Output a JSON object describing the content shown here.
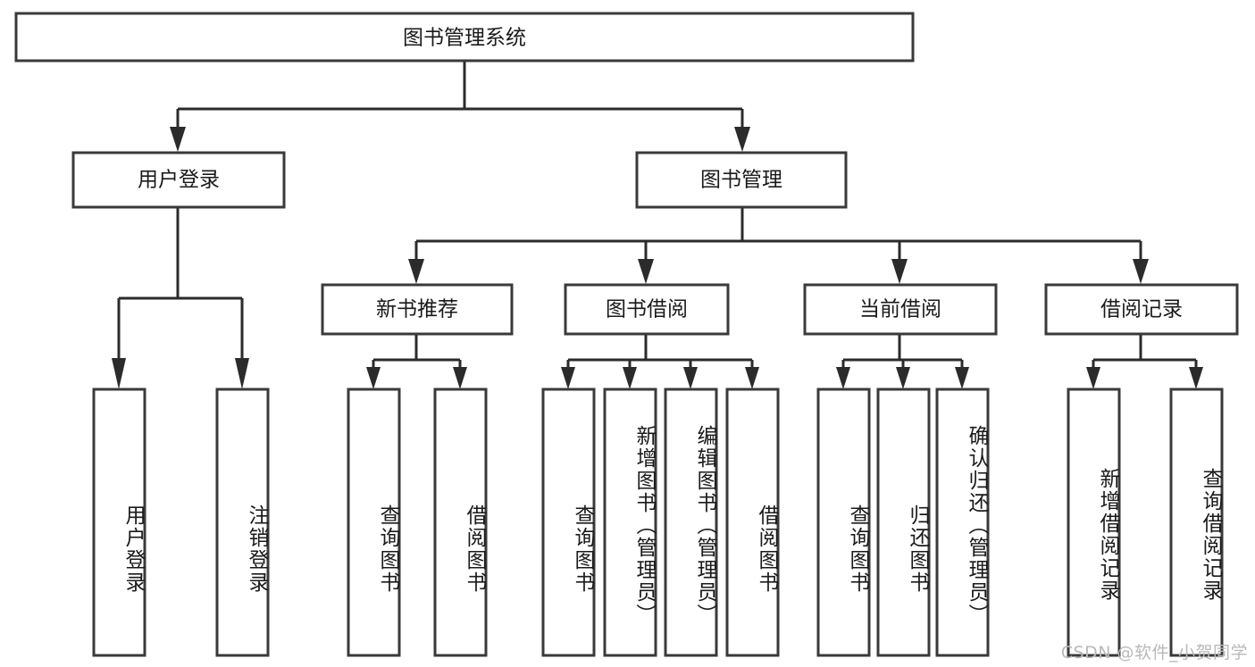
{
  "diagram": {
    "type": "hierarchy-tree",
    "title": "图书管理系统",
    "root": {
      "id": "root",
      "label": "图书管理系统",
      "orientation": "horizontal"
    },
    "level2": [
      {
        "id": "user-login",
        "label": "用户登录",
        "orientation": "horizontal"
      },
      {
        "id": "book-management",
        "label": "图书管理",
        "orientation": "horizontal"
      }
    ],
    "level3": [
      {
        "id": "new-book-recommend",
        "label": "新书推荐",
        "orientation": "horizontal",
        "parent": "book-management"
      },
      {
        "id": "book-borrow",
        "label": "图书借阅",
        "orientation": "horizontal",
        "parent": "book-management"
      },
      {
        "id": "current-borrow",
        "label": "当前借阅",
        "orientation": "horizontal",
        "parent": "book-management"
      },
      {
        "id": "borrow-record",
        "label": "借阅记录",
        "orientation": "horizontal",
        "parent": "book-management"
      }
    ],
    "leaves": [
      {
        "id": "leaf-user-login",
        "label": "用户登录",
        "parent": "user-login",
        "orientation": "vertical"
      },
      {
        "id": "leaf-user-logout",
        "label": "注销登录",
        "parent": "user-login",
        "orientation": "vertical"
      },
      {
        "id": "leaf-query-book-1",
        "label": "查询图书",
        "parent": "new-book-recommend",
        "orientation": "vertical"
      },
      {
        "id": "leaf-borrow-book-1",
        "label": "借阅图书",
        "parent": "new-book-recommend",
        "orientation": "vertical"
      },
      {
        "id": "leaf-query-book-2",
        "label": "查询图书",
        "parent": "book-borrow",
        "orientation": "vertical"
      },
      {
        "id": "leaf-add-book",
        "label": "新增图书（管理员）",
        "parent": "book-borrow",
        "orientation": "vertical"
      },
      {
        "id": "leaf-edit-book",
        "label": "编辑图书（管理员）",
        "parent": "book-borrow",
        "orientation": "vertical"
      },
      {
        "id": "leaf-borrow-book-2",
        "label": "借阅图书",
        "parent": "book-borrow",
        "orientation": "vertical"
      },
      {
        "id": "leaf-query-book-3",
        "label": "查询图书",
        "parent": "current-borrow",
        "orientation": "vertical"
      },
      {
        "id": "leaf-return-book",
        "label": "归还图书",
        "parent": "current-borrow",
        "orientation": "vertical"
      },
      {
        "id": "leaf-confirm-return",
        "label": "确认归还（管理员）",
        "parent": "current-borrow",
        "orientation": "vertical"
      },
      {
        "id": "leaf-add-record",
        "label": "新增借阅记录",
        "parent": "borrow-record",
        "orientation": "vertical"
      },
      {
        "id": "leaf-query-record",
        "label": "查询借阅记录",
        "parent": "borrow-record",
        "orientation": "vertical"
      }
    ],
    "watermark": "CSDN @软件_小贺同学",
    "colors": {
      "box_fill": "#ffffff",
      "box_stroke": "#3a3a3a",
      "connector": "#2b2b2b",
      "text": "#1a1a1a",
      "watermark": "#b9b9b9",
      "background": "#ffffff"
    }
  }
}
